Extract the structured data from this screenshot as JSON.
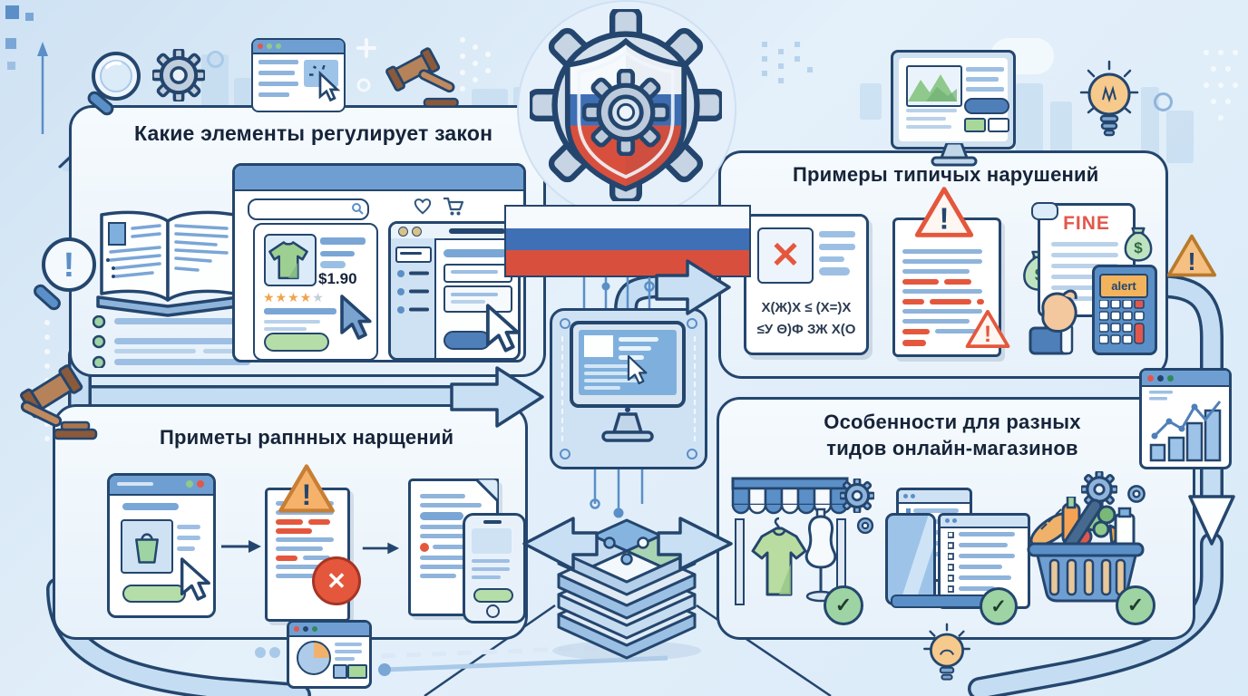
{
  "titles": {
    "top_left": "Какие элементы регулирует закон",
    "top_right": "Примеры типичых нарушений",
    "bottom_left": "Приметы рапнных нарщений",
    "bottom_right_line1": "Особенности для разных",
    "bottom_right_line2": "тидов онлайн-магазинов"
  },
  "product_card": {
    "price": "$1.90",
    "stars_filled": "★★★★",
    "star_empty": "★"
  },
  "violation_card": {
    "glyph_line1": "Х(Ж)Х ≤ (Х=)Х",
    "glyph_line2": "≤У Θ)Ф ЗЖ Х(О"
  },
  "fine_document": {
    "label": "FINE"
  },
  "calculator": {
    "display": "alert"
  },
  "money_bag": {
    "currency": "$"
  },
  "marks": {
    "exclaim": "!",
    "cross": "✕",
    "check": "✓"
  },
  "colors": {
    "outline": "#24466e",
    "panel": "#eef5fc",
    "pipe": "#c5ddf2",
    "accent_blue": "#5b8fc7",
    "light_blue": "#9dbfe3",
    "red": "#e4573d",
    "orange": "#f0a44a",
    "green": "#9ed3a4",
    "flag_blue": "#3f6fb5",
    "flag_red": "#d94f3d",
    "brown": "#a9764f"
  }
}
